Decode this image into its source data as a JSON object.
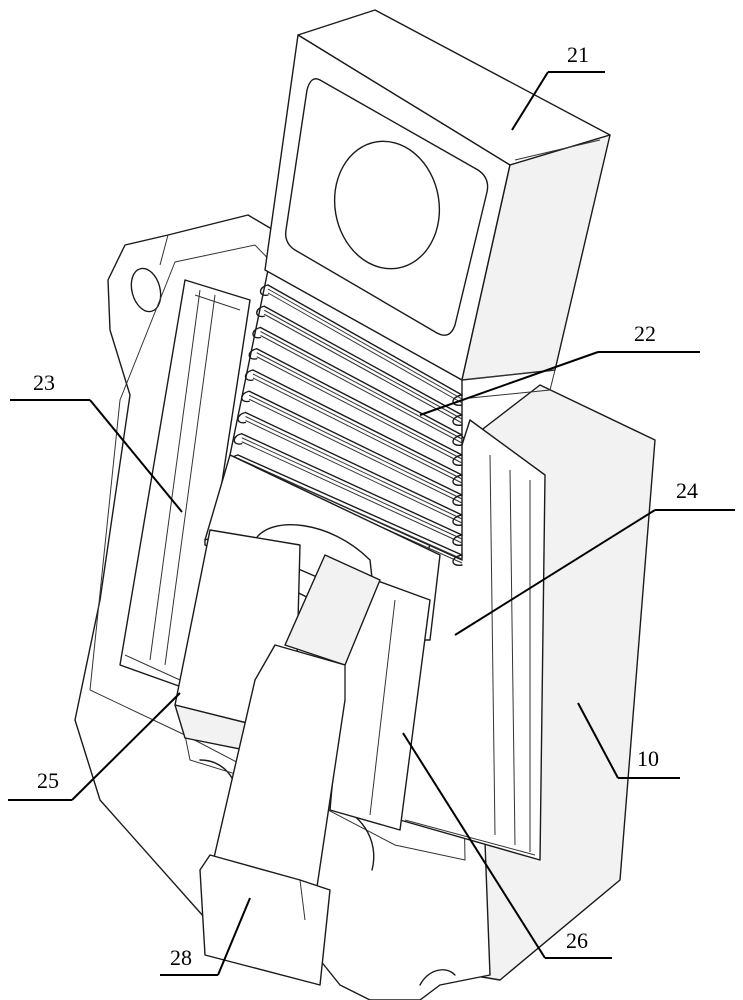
{
  "labels": {
    "l10": "10",
    "l21": "21",
    "l22": "22",
    "l23": "23",
    "l24": "24",
    "l25": "25",
    "l26": "26",
    "l28": "28"
  }
}
